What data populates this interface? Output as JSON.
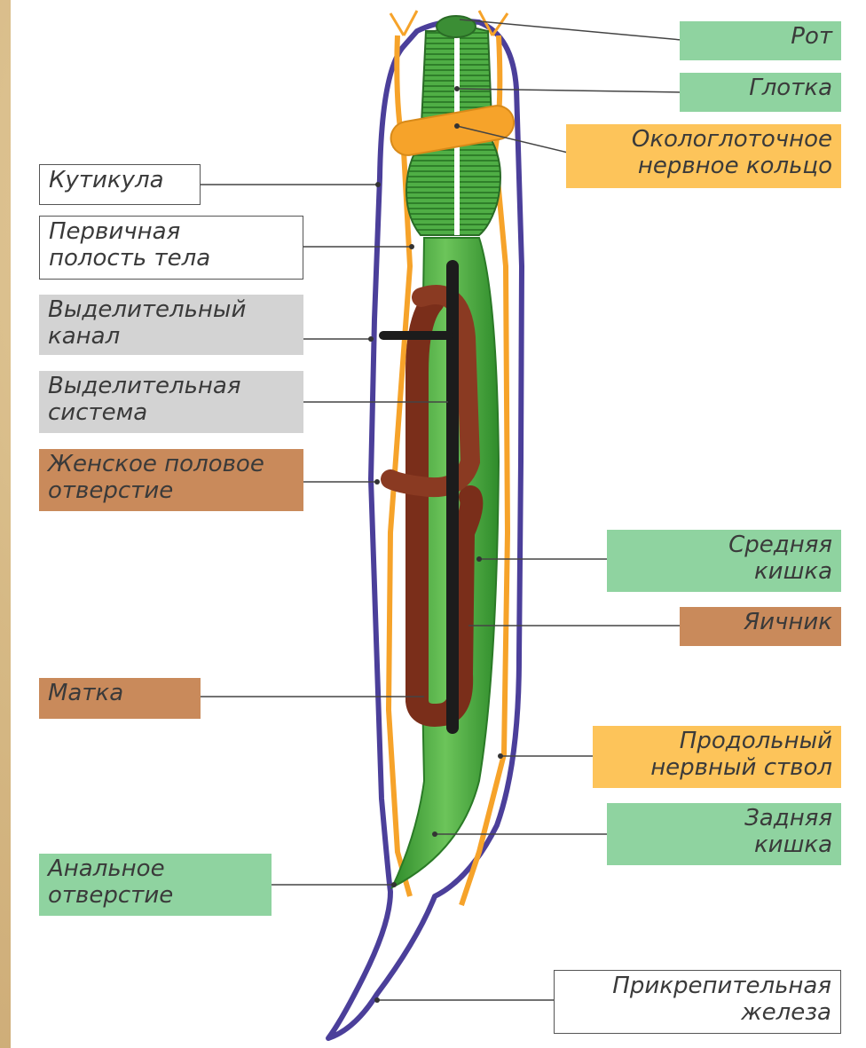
{
  "labels": {
    "mouth": "Рот",
    "pharynx": "Глотка",
    "nerve_ring": "Окологлоточное\nнервное кольцо",
    "cuticle": "Кутикула",
    "body_cavity": "Первичная\nполость тела",
    "excretory_canal": "Выделительный\nканал",
    "excretory_system": "Выделительная\nсистема",
    "female_opening": "Женское половое\nотверстие",
    "midgut": "Средняя\nкишка",
    "ovary": "Яичник",
    "uterus": "Матка",
    "nerve_cord": "Продольный\nнервный ствол",
    "hindgut": "Задняя\nкишка",
    "anus": "Анальное\nотверстие",
    "adhesive_gland": "Прикрепительная\nжелеза"
  },
  "colors": {
    "green_box": "#8fd3a0",
    "orange_box": "#fdc45a",
    "brown_box": "#c98a5b",
    "gray_box": "#d3d3d3",
    "cuticle": "#4b3f9a",
    "gut": "#46a640",
    "nerve": "#f6a32a",
    "gonad": "#7a2e1a",
    "excretory": "#1c1c1c"
  }
}
